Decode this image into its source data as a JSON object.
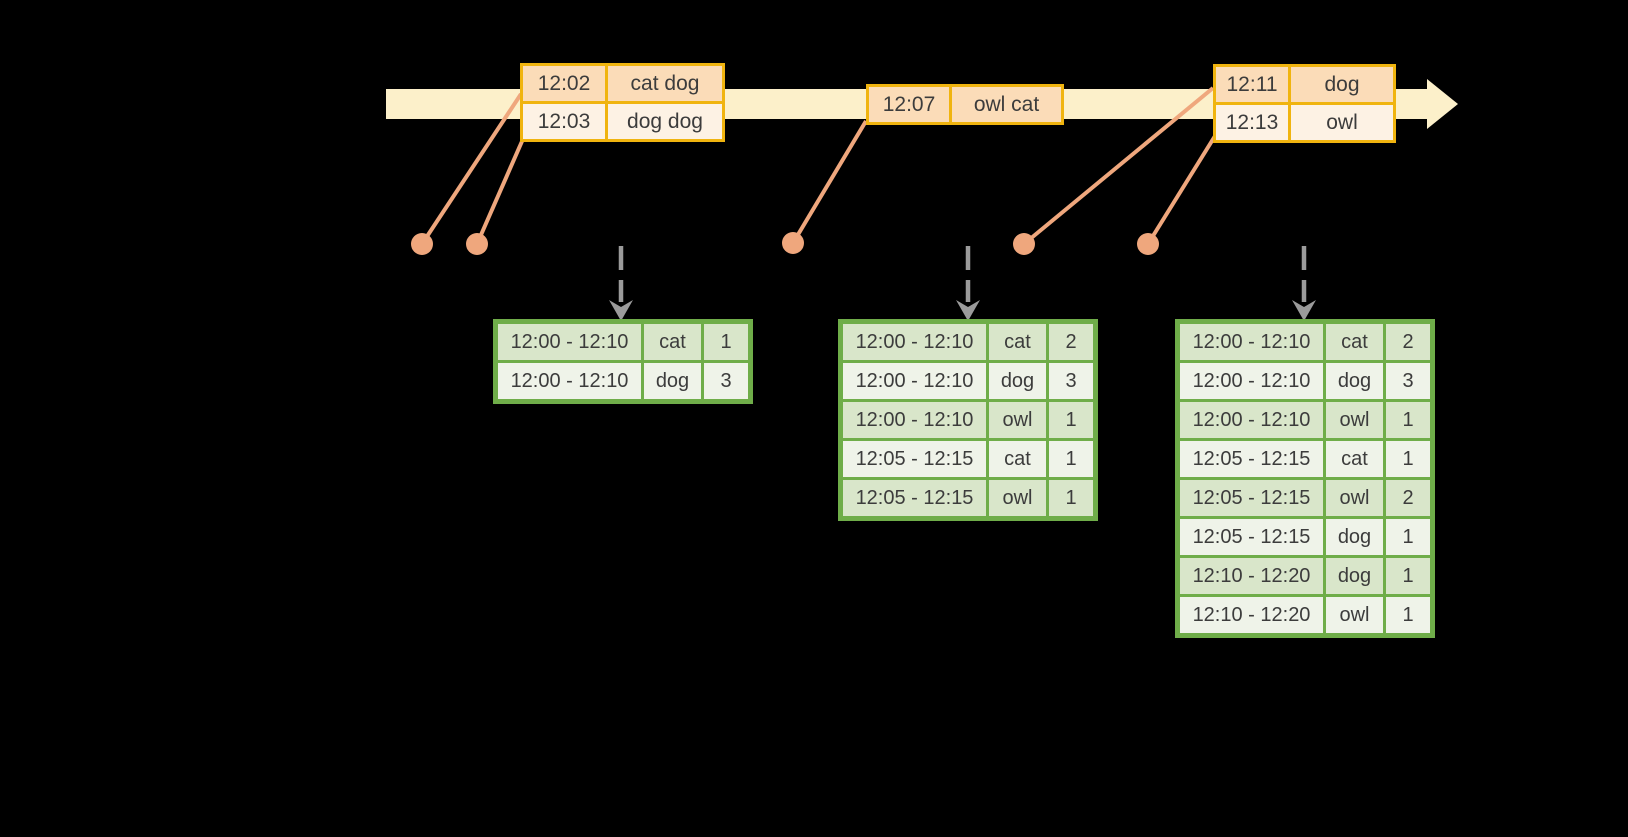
{
  "colors": {
    "background": "#000000",
    "timeline_band": "#fcf0ca",
    "event_border": "#f0b40f",
    "event_row_peach": "#fbdcb8",
    "event_row_cream": "#fdf2e4",
    "connector_salmon": "#efa77d",
    "table_border_green": "#6fad49",
    "table_row_dark": "#d9e6ca",
    "table_row_light": "#eff3e9",
    "trigger_arrow_gray": "#9b9b9b",
    "text": "#3c3c3c"
  },
  "icons": {
    "timeline_arrowhead": "right-arrowhead",
    "trigger_arrow": "dashed-down-arrow",
    "event_marker": "filled-dot"
  },
  "event_groups": [
    {
      "rows": [
        {
          "time": "12:02",
          "words": "cat dog"
        },
        {
          "time": "12:03",
          "words": "dog dog"
        }
      ]
    },
    {
      "rows": [
        {
          "time": "12:07",
          "words": "owl cat"
        }
      ]
    },
    {
      "rows": [
        {
          "time": "12:11",
          "words": "dog"
        },
        {
          "time": "12:13",
          "words": "owl"
        }
      ]
    }
  ],
  "result_tables": [
    {
      "rows": [
        {
          "window": "12:00 - 12:10",
          "word": "cat",
          "count": "1"
        },
        {
          "window": "12:00 - 12:10",
          "word": "dog",
          "count": "3"
        }
      ]
    },
    {
      "rows": [
        {
          "window": "12:00 - 12:10",
          "word": "cat",
          "count": "2"
        },
        {
          "window": "12:00 - 12:10",
          "word": "dog",
          "count": "3"
        },
        {
          "window": "12:00 - 12:10",
          "word": "owl",
          "count": "1"
        },
        {
          "window": "12:05 - 12:15",
          "word": "cat",
          "count": "1"
        },
        {
          "window": "12:05 - 12:15",
          "word": "owl",
          "count": "1"
        }
      ]
    },
    {
      "rows": [
        {
          "window": "12:00 - 12:10",
          "word": "cat",
          "count": "2"
        },
        {
          "window": "12:00 - 12:10",
          "word": "dog",
          "count": "3"
        },
        {
          "window": "12:00 - 12:10",
          "word": "owl",
          "count": "1"
        },
        {
          "window": "12:05 - 12:15",
          "word": "cat",
          "count": "1"
        },
        {
          "window": "12:05 - 12:15",
          "word": "owl",
          "count": "2"
        },
        {
          "window": "12:05 - 12:15",
          "word": "dog",
          "count": "1"
        },
        {
          "window": "12:10 - 12:20",
          "word": "dog",
          "count": "1"
        },
        {
          "window": "12:10 - 12:20",
          "word": "owl",
          "count": "1"
        }
      ]
    }
  ]
}
